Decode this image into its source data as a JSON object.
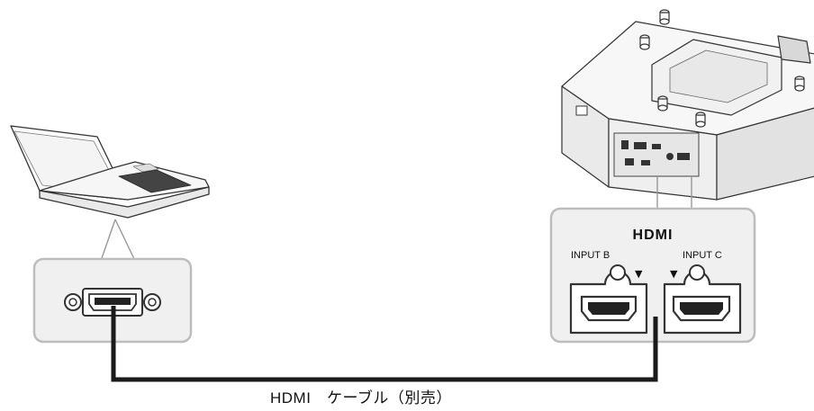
{
  "caption": "HDMI　ケーブル（別売）",
  "hdmi_logo": "HDMI",
  "port_b_label": "INPUT B",
  "port_c_label": "INPUT C",
  "port_marker": "▼",
  "colors": {
    "stroke": "#333333",
    "panel": "#f0f0f0",
    "cable": "#1a1a1a"
  }
}
